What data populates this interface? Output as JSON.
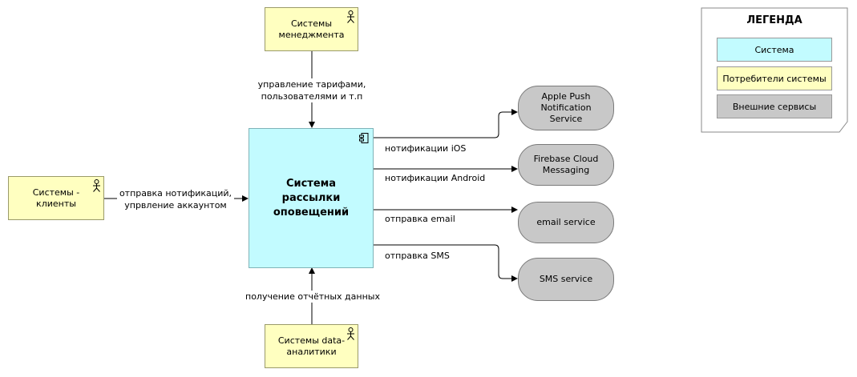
{
  "nodes": {
    "mgmt": "Системы менеджмента",
    "clients": "Системы - клиенты",
    "core": "Система рассылки оповещений",
    "analytics": "Системы data-аналитики",
    "apns": "Apple Push Notification Service",
    "fcm": "Firebase Cloud Messaging",
    "email": "email service",
    "sms": "SMS service"
  },
  "edges": {
    "mgmt_to_core": "управление тарифами, пользователями и т.п",
    "clients_to_core": "отправка нотификаций, упрвление аккаунтом",
    "analytics_to_core": "получение отчётных данных",
    "to_apns": "нотификации iOS",
    "to_fcm": "нотификации Android",
    "to_email": "отправка email",
    "to_sms": "отправка SMS"
  },
  "legend": {
    "title": "ЛЕГЕНДА",
    "system": "Система",
    "consumers": "Потребители системы",
    "external": "Внешние сервисы"
  },
  "colors": {
    "system": "#c2fbff",
    "consumer": "#ffffc0",
    "external": "#c8c8c8"
  },
  "icons": {
    "actor": "actor-icon",
    "component": "component-icon"
  }
}
